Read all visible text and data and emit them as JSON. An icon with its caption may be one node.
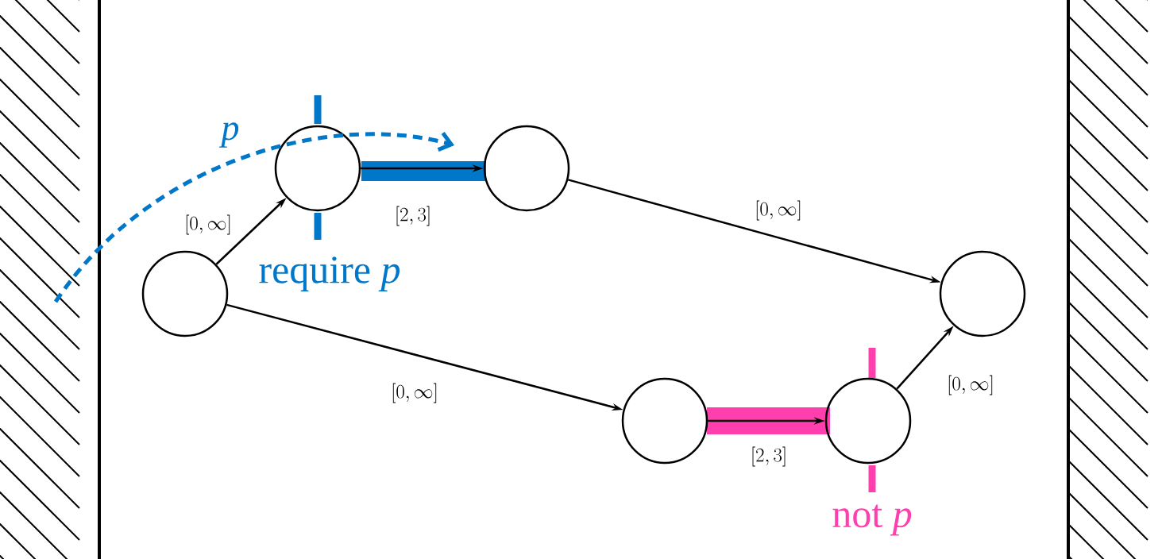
{
  "diagram": {
    "nodes": [
      {
        "text": [],
        "shape": "circle"
      },
      {
        "text": [],
        "shape": "circle"
      },
      {
        "text": [],
        "shape": "circle"
      },
      {
        "text": [],
        "shape": "circle"
      },
      {
        "text": [],
        "shape": "circle"
      },
      {
        "text": [],
        "shape": "circle"
      }
    ],
    "edges": [
      {
        "from": 0,
        "to": 1,
        "arrow": "to",
        "label": "[0,\\infty]"
      },
      {
        "from": 1,
        "to": 2,
        "arrow": "to",
        "label": "[2,3]"
      },
      {
        "from": 2,
        "to": 5,
        "arrow": "to",
        "label": "[0,\\infty]"
      },
      {
        "from": 0,
        "to": 3,
        "arrow": "to",
        "label": "[0,\\infty]"
      },
      {
        "from": 3,
        "to": 4,
        "arrow": "to",
        "label": "[2,3]"
      },
      {
        "from": 4,
        "to": 5,
        "arrow": "to",
        "label": "[0,\\infty]"
      }
    ],
    "labels": [
      "p",
      "require *p*",
      "not *p*"
    ]
  }
}
